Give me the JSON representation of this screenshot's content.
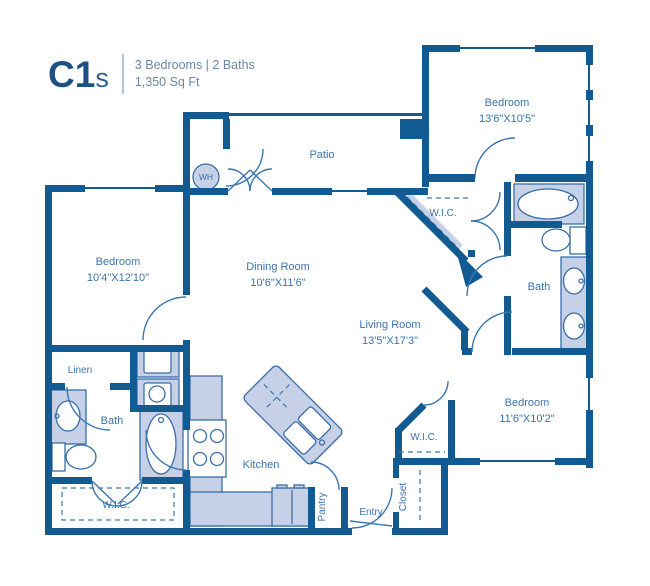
{
  "header": {
    "plan_code": "C1",
    "plan_suffix": "s",
    "beds_baths": "3 Bedrooms | 2 Baths",
    "sqft": "1,350 Sq Ft"
  },
  "colors": {
    "wall": "#115a92",
    "fixture_fill": "#c6d1e7",
    "fixture_stroke": "#3a6ea8",
    "label_text": "#3b74ad",
    "title_text": "#1d5186",
    "subtitle_text": "#6d87a5"
  },
  "rooms": {
    "patio": {
      "name": "Patio"
    },
    "bedroom_top_right": {
      "name": "Bedroom",
      "dims": "13'6\"X10'5\""
    },
    "bedroom_left": {
      "name": "Bedroom",
      "dims": "10'4\"X12'10\""
    },
    "bedroom_bottom_right": {
      "name": "Bedroom",
      "dims": "11'6\"X10'2\""
    },
    "dining_room": {
      "name": "Dining Room",
      "dims": "10'6\"X11'6\""
    },
    "living_room": {
      "name": "Living Room",
      "dims": "13'5\"X17'3\""
    },
    "bath_right": {
      "name": "Bath"
    },
    "bath_left": {
      "name": "Bath"
    },
    "wic_top": {
      "name": "W.I.C."
    },
    "wic_bottom_right": {
      "name": "W.I.C."
    },
    "wic_bottom_left": {
      "name": "W.I.C."
    },
    "linen": {
      "name": "Linen"
    },
    "kitchen": {
      "name": "Kitchen"
    },
    "pantry": {
      "name": "Pantry"
    },
    "entry": {
      "name": "Entry"
    },
    "closet": {
      "name": "Closet"
    },
    "water_heater": {
      "label": "WH"
    }
  }
}
